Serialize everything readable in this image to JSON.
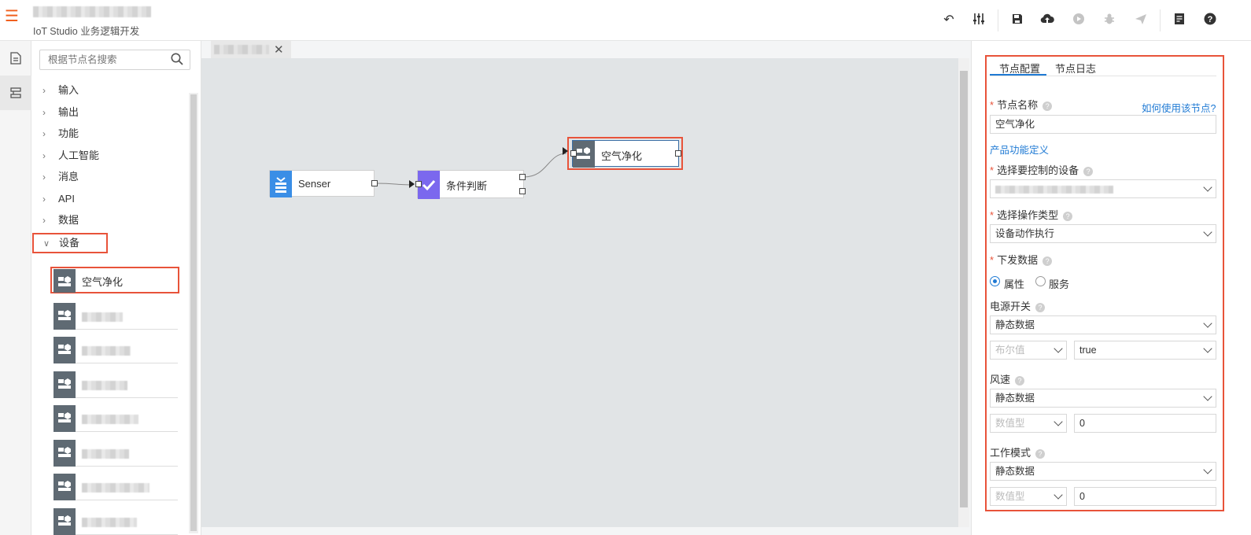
{
  "header": {
    "app_subtitle": "IoT Studio 业务逻辑开发"
  },
  "search": {
    "placeholder": "根据节点名搜索"
  },
  "categories": [
    {
      "label": "输入",
      "expanded": false
    },
    {
      "label": "输出",
      "expanded": false
    },
    {
      "label": "功能",
      "expanded": false
    },
    {
      "label": "人工智能",
      "expanded": false
    },
    {
      "label": "消息",
      "expanded": false
    },
    {
      "label": "API",
      "expanded": false
    },
    {
      "label": "数据",
      "expanded": false
    },
    {
      "label": "设备",
      "expanded": true
    }
  ],
  "device_items": [
    {
      "label": "空气净化"
    }
  ],
  "canvas": {
    "nodes": [
      {
        "label": "Senser",
        "color": "#3a8ee6"
      },
      {
        "label": "条件判断",
        "color": "#7b68ee"
      },
      {
        "label": "空气净化",
        "color": "#5f6a73"
      }
    ]
  },
  "right_panel": {
    "tabs": [
      "节点配置",
      "节点日志"
    ],
    "node_name_label": "节点名称",
    "help_link": "如何使用该节点?",
    "node_name_value": "空气净化",
    "product_link": "产品功能定义",
    "device_label": "选择要控制的设备",
    "op_type_label": "选择操作类型",
    "op_type_value": "设备动作执行",
    "send_data_label": "下发数据",
    "radio_property": "属性",
    "radio_service": "服务",
    "power_label": "电源开关",
    "power_source": "静态数据",
    "power_type": "布尔值",
    "power_value": "true",
    "wind_label": "风速",
    "wind_source": "静态数据",
    "wind_type": "数值型",
    "wind_value": "0",
    "mode_label": "工作模式",
    "mode_source": "静态数据",
    "mode_type": "数值型",
    "mode_value": "0"
  },
  "colors": {
    "accent": "#e8533a",
    "link": "#1f7ad4"
  }
}
